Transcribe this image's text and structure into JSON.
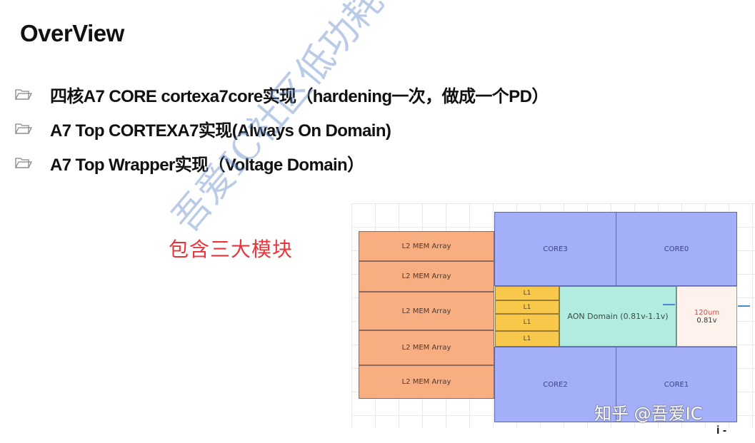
{
  "slide": {
    "title": "OverView",
    "bullets": [
      {
        "icon": "folder-icon",
        "text": "四核A7 CORE cortexa7core实现（hardening一次，做成一个PD）"
      },
      {
        "icon": "folder-icon",
        "text": "A7 Top CORTEXA7实现(Always On Domain)"
      },
      {
        "icon": "folder-icon",
        "text": "A7 Top Wrapper实现（Voltage Domain）"
      }
    ],
    "callout": "包含三大模块"
  },
  "diagram": {
    "l2_blocks": [
      "L2 MEM Array",
      "L2 MEM Array",
      "L2 MEM Array",
      "L2 MEM Array",
      "L2 MEM Array"
    ],
    "cores": {
      "top_left": "CORE3",
      "top_right": "CORE0",
      "bottom_left": "CORE2",
      "bottom_right": "CORE1"
    },
    "l1_blocks": [
      "L1",
      "L1",
      "L1",
      "L1"
    ],
    "aon": "AON Domain (0.81v-1.1v)",
    "voltage_domain": {
      "width": "120um",
      "voltage": "0.81v"
    },
    "colors": {
      "l2": "#f9ae82",
      "core": "#a3aff8",
      "l1": "#f7c84a",
      "aon": "#b2ece0",
      "callout": "#e8363c"
    }
  },
  "watermark": "吾爱IC社区低功耗设计实现",
  "zhihu_watermark": "知乎 @吾爱IC",
  "corner_marks": "i  -"
}
